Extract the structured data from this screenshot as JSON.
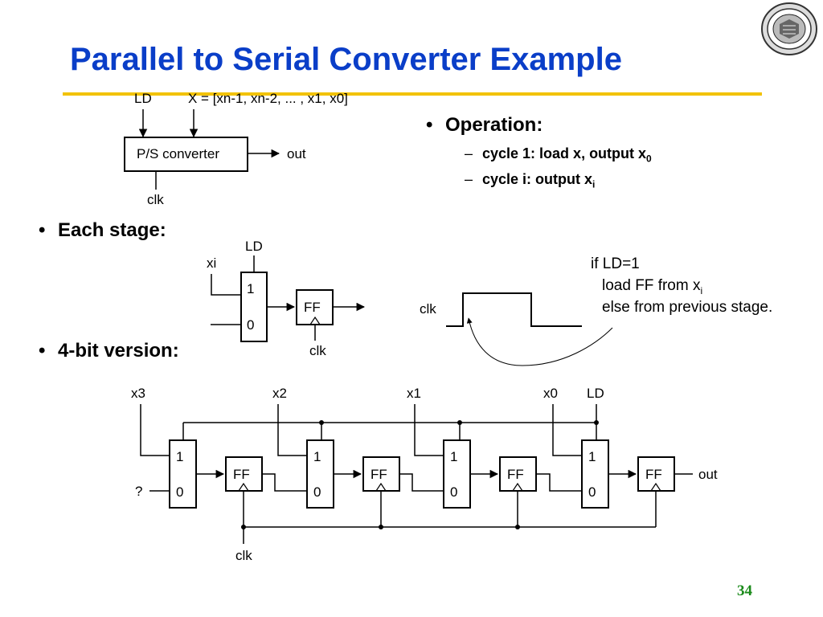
{
  "title": "Parallel to Serial Converter Example",
  "bullets": {
    "operation": "Operation:",
    "each_stage": "Each stage:",
    "four_bit": "4-bit version:"
  },
  "operation_items": {
    "cycle1_text": "cycle 1: load x, output x",
    "cycle1_sub": "0",
    "cyclei_text": "cycle i: output x",
    "cyclei_sub": "i"
  },
  "note": {
    "line1": "if LD=1",
    "line2_text": "load FF from x",
    "line2_sub": "i",
    "line3": "else from previous stage."
  },
  "converter_block": {
    "ld": "LD",
    "x_input": "X = [xn-1, xn-2, ... , x1, x0]",
    "box": "P/S converter",
    "out": "out",
    "clk": "clk"
  },
  "stage_block": {
    "ld": "LD",
    "xi": "xi",
    "mux_1": "1",
    "mux_0": "0",
    "ff": "FF",
    "clk": "clk"
  },
  "timing": {
    "clk": "clk"
  },
  "four_bit_block": {
    "inputs": [
      "x3",
      "x2",
      "x1",
      "x0"
    ],
    "ld": "LD",
    "question": "?",
    "mux_1": "1",
    "mux_0": "0",
    "ff": "FF",
    "out": "out",
    "clk": "clk"
  },
  "page_number": "34"
}
